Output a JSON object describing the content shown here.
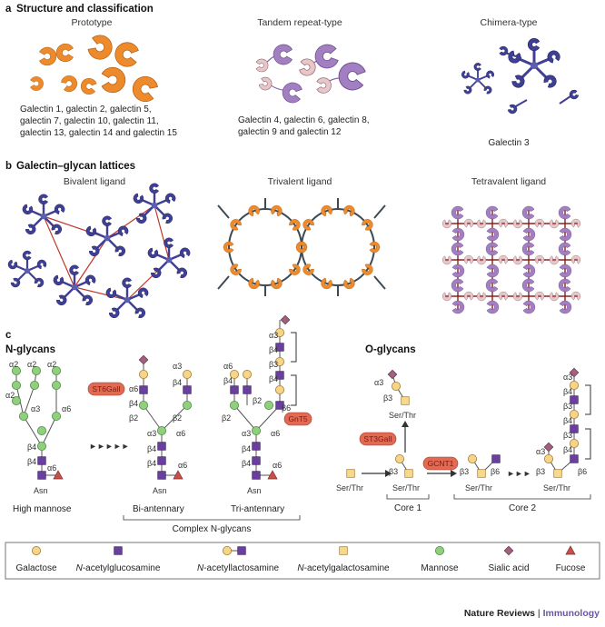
{
  "panel_a": {
    "letter": "a",
    "title": "Structure and classification",
    "prototype": {
      "label": "Prototype",
      "members_line1": "Galectin 1, galectin 2, galectin 5,",
      "members_line2": "galectin 7, galectin 10, galectin 11,",
      "members_line3": "galectin 13, galectin 14 and galectin 15"
    },
    "tandem": {
      "label": "Tandem repeat-type",
      "members_line1": "Galectin 4, galectin 6, galectin 8,",
      "members_line2": "galectin 9 and galectin 12"
    },
    "chimera": {
      "label": "Chimera-type",
      "members": "Galectin 3"
    }
  },
  "panel_b": {
    "letter": "b",
    "title": "Galectin–glycan lattices",
    "bivalent": "Bivalent ligand",
    "trivalent": "Trivalent ligand",
    "tetravalent": "Tetravalent ligand"
  },
  "panel_c": {
    "letter": "c",
    "n_glycans_title": "N-glycans",
    "o_glycans_title": "O-glycans",
    "high_mannose": "High mannose",
    "bi_antennary": "Bi-antennary",
    "tri_antennary": "Tri-antennary",
    "complex_n_glycans": "Complex N-glycans",
    "asn": "Asn",
    "ser_thr": "Ser/Thr",
    "core1": "Core 1",
    "core2": "Core 2",
    "enzymes": {
      "st6gal": "ST6GalI",
      "gnt5": "GnT5",
      "st3gal": "ST3GalI",
      "gcnt1": "GCNT1"
    },
    "linkages": {
      "a2": "α2",
      "a3": "α3",
      "a6": "α6",
      "b2": "β2",
      "b3": "β3",
      "b4": "β4",
      "b6": "β6"
    }
  },
  "legend": {
    "galactose": "Galactose",
    "glcnac_prefix": "N",
    "glcnac_rest": "-acetylglucosamine",
    "lacnac_prefix": "N",
    "lacnac_rest": "-acetyllactosamine",
    "galnac_prefix": "N",
    "galnac_rest": "-acetylgalactosamine",
    "mannose": "Mannose",
    "sialic_acid": "Sialic acid",
    "fucose": "Fucose"
  },
  "footer": {
    "journal": "Nature Reviews",
    "separator": " | ",
    "section": "Immunology"
  },
  "colors": {
    "galactose": "#f6d58a",
    "glcnac": "#6a3fa0",
    "galnac": "#f8d98c",
    "mannose": "#8fcf7e",
    "sialic": "#a0607e",
    "fucose": "#c8504a",
    "proto": "#ec8a2c",
    "tandem": "#a27fc0",
    "chimera": "#3e3f95",
    "enzyme": "#e36a52",
    "immunology": "#6b55a5"
  }
}
